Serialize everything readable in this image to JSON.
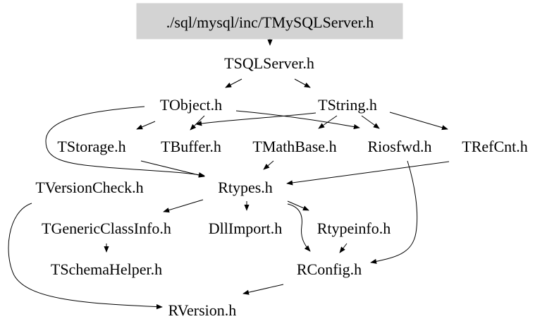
{
  "graph": {
    "nodes": {
      "root": "./sql/mysql/inc/TMySQLServer.h",
      "tsqlserver": "TSQLServer.h",
      "tobject": "TObject.h",
      "tstring": "TString.h",
      "tstorage": "TStorage.h",
      "tbuffer": "TBuffer.h",
      "tmathbase": "TMathBase.h",
      "riosfwd": "Riosfwd.h",
      "trefcnt": "TRefCnt.h",
      "tversioncheck": "TVersionCheck.h",
      "rtypes": "Rtypes.h",
      "tgenericclassinfo": "TGenericClassInfo.h",
      "dllimport": "DllImport.h",
      "rtypeinfo": "Rtypeinfo.h",
      "tschemahelper": "TSchemaHelper.h",
      "rconfig": "RConfig.h",
      "rversion": "RVersion.h"
    },
    "edges": [
      [
        "root",
        "tsqlserver"
      ],
      [
        "tsqlserver",
        "tobject"
      ],
      [
        "tsqlserver",
        "tstring"
      ],
      [
        "tobject",
        "tstorage"
      ],
      [
        "tobject",
        "tbuffer"
      ],
      [
        "tobject",
        "riosfwd"
      ],
      [
        "tobject",
        "rtypes"
      ],
      [
        "tstring",
        "tbuffer"
      ],
      [
        "tstring",
        "tmathbase"
      ],
      [
        "tstring",
        "riosfwd"
      ],
      [
        "tstring",
        "trefcnt"
      ],
      [
        "tstorage",
        "rtypes"
      ],
      [
        "tmathbase",
        "rtypes"
      ],
      [
        "trefcnt",
        "rtypes"
      ],
      [
        "riosfwd",
        "rconfig"
      ],
      [
        "tversioncheck",
        "rversion"
      ],
      [
        "rtypes",
        "tgenericclassinfo"
      ],
      [
        "rtypes",
        "dllimport"
      ],
      [
        "rtypes",
        "rtypeinfo"
      ],
      [
        "rtypes",
        "rconfig"
      ],
      [
        "tgenericclassinfo",
        "tschemahelper"
      ],
      [
        "rtypeinfo",
        "rconfig"
      ],
      [
        "rconfig",
        "rversion"
      ]
    ]
  }
}
